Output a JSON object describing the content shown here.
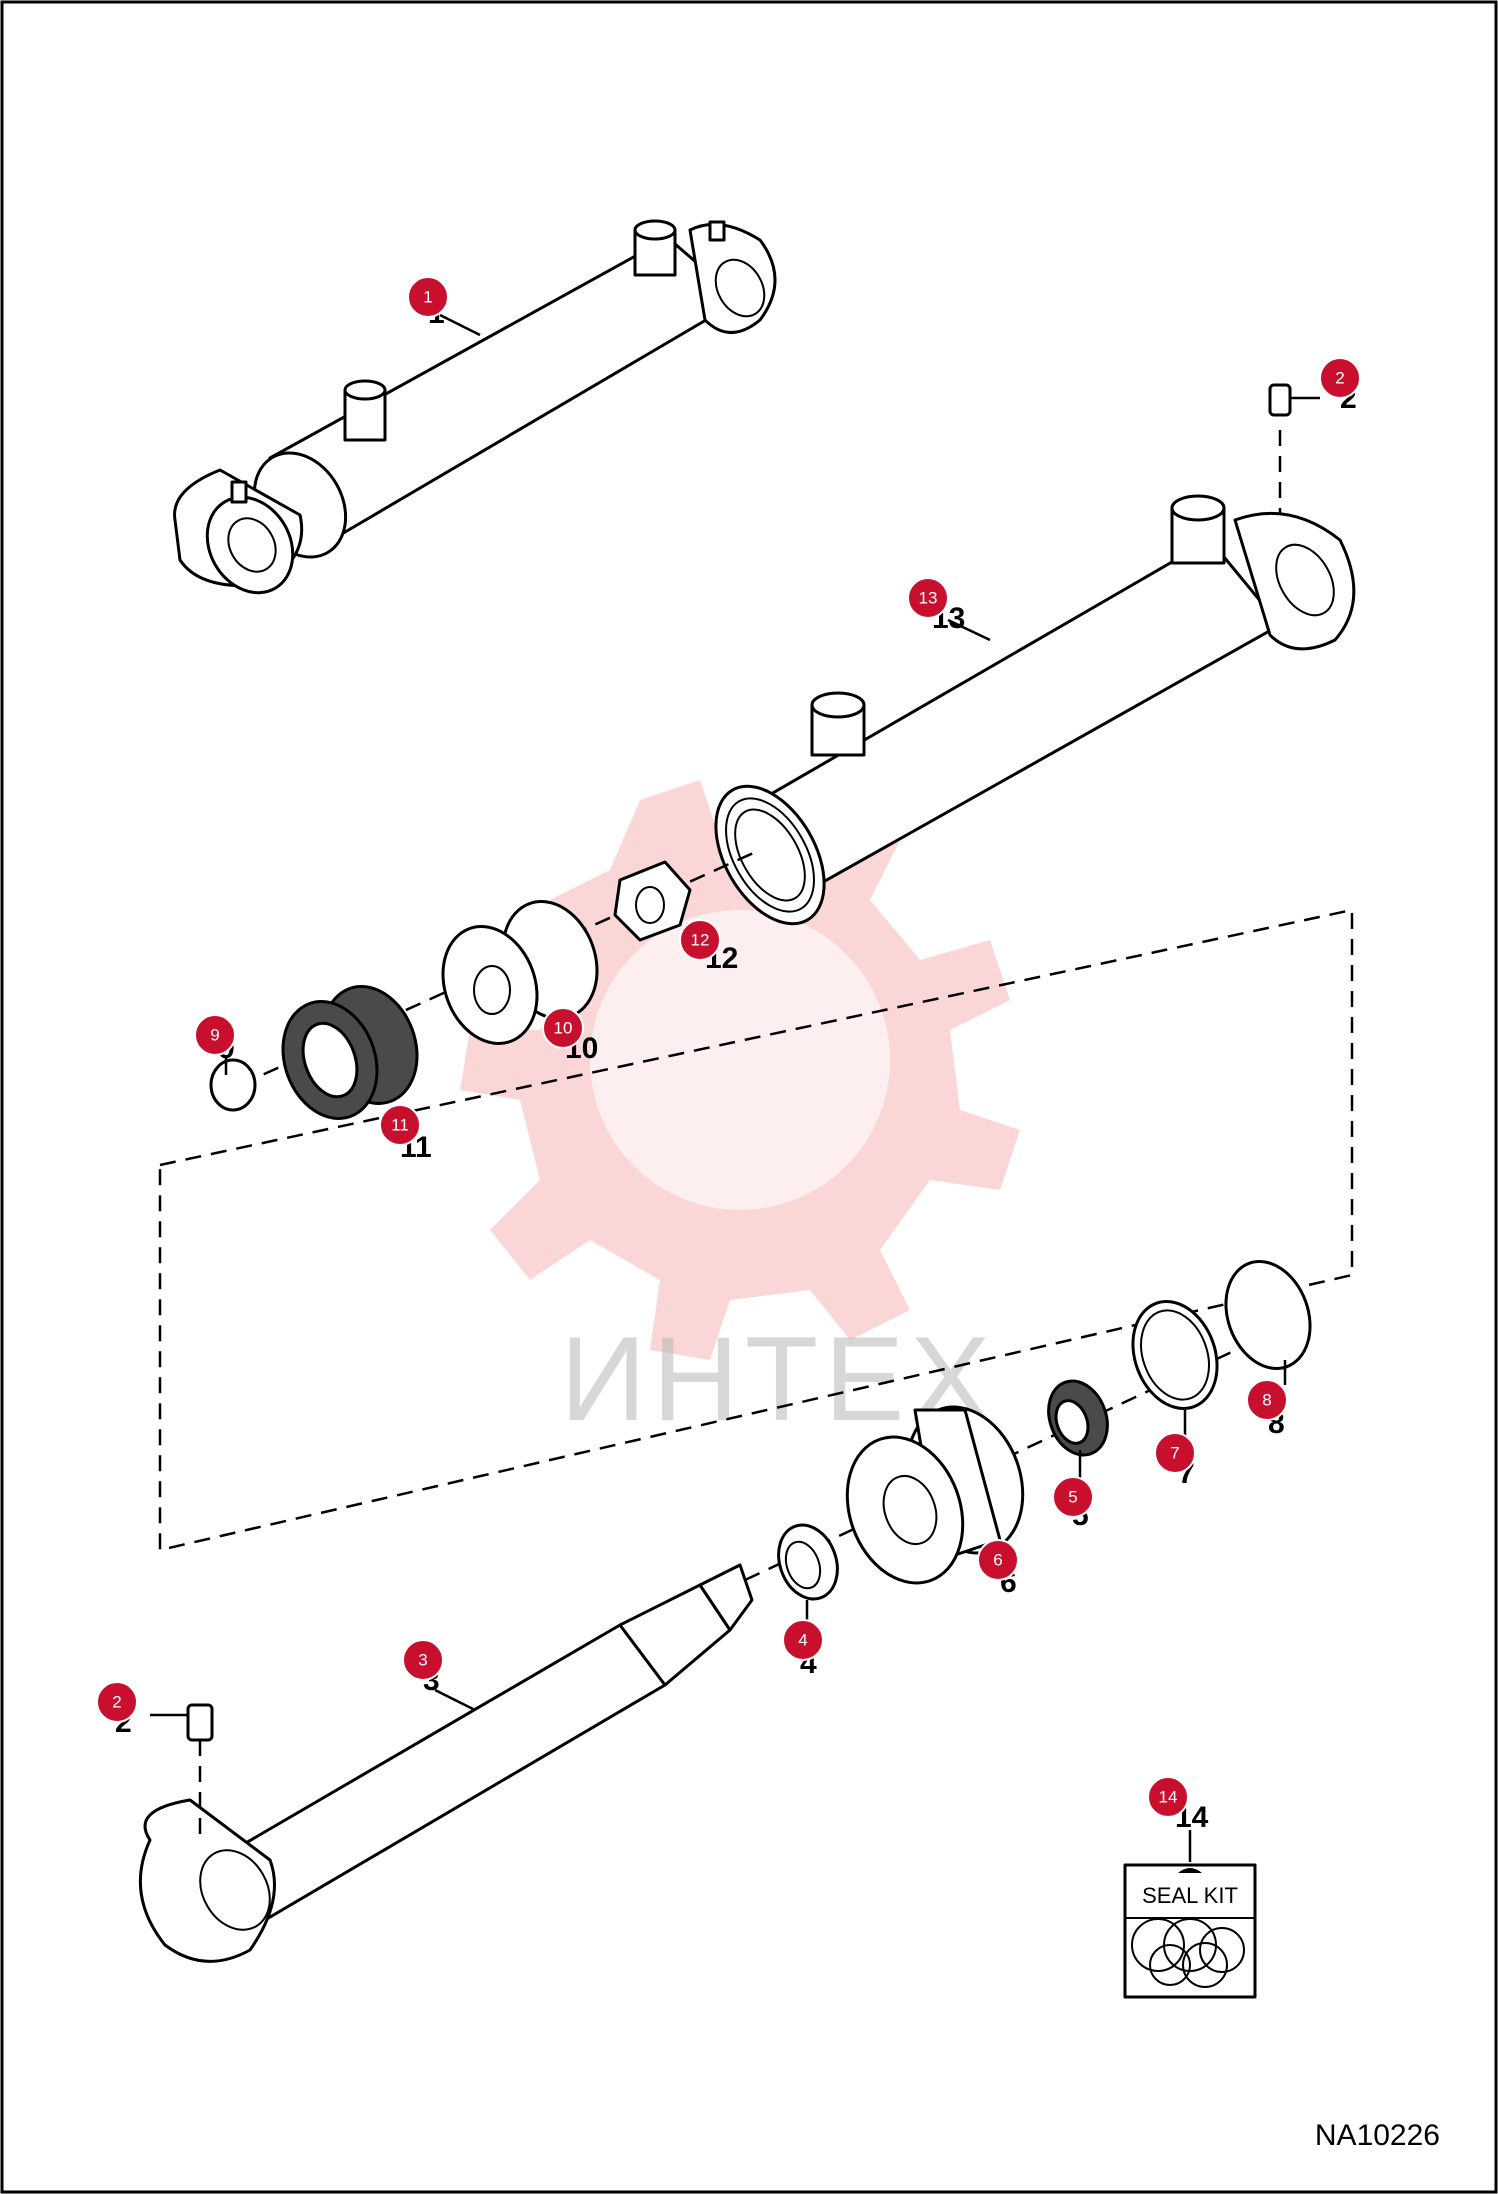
{
  "figure_id": "NA10226",
  "watermark": "ИНТЕХ",
  "seal_kit_label": "SEAL KIT",
  "callouts": [
    {
      "id": "1",
      "label": "1"
    },
    {
      "id": "2",
      "label": "2"
    },
    {
      "id": "3",
      "label": "3"
    },
    {
      "id": "4",
      "label": "4"
    },
    {
      "id": "5",
      "label": "5"
    },
    {
      "id": "6",
      "label": "6"
    },
    {
      "id": "7",
      "label": "7"
    },
    {
      "id": "8",
      "label": "8"
    },
    {
      "id": "9",
      "label": "9"
    },
    {
      "id": "10",
      "label": "10"
    },
    {
      "id": "11",
      "label": "11"
    },
    {
      "id": "12",
      "label": "12"
    },
    {
      "id": "13",
      "label": "13"
    },
    {
      "id": "14",
      "label": "14"
    }
  ],
  "colors": {
    "badge": "#c8102e",
    "watermark": "#f08a8a",
    "line": "#000000"
  }
}
